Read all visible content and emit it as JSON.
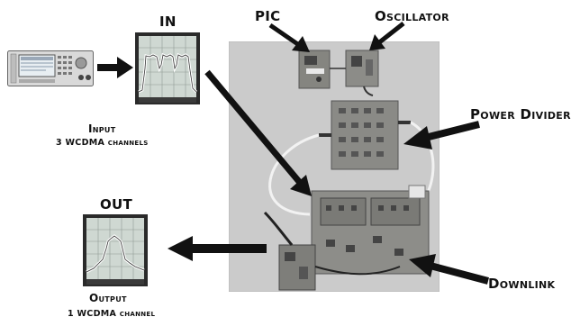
{
  "labels": {
    "in": "IN",
    "out": "OUT",
    "pic": "PIC",
    "oscillator": "Oscillator",
    "power_divider": "Power Divider",
    "downlink": "Downlink",
    "input_title": "Input",
    "input_sub": "3 WCDMA channels",
    "output_title": "Output",
    "output_sub": "1 WCDMA channel"
  },
  "colors": {
    "arrow": "#111111",
    "board": "#cfcfcf",
    "pcb": "#8a8a86",
    "screen": "#cfd8d2"
  }
}
